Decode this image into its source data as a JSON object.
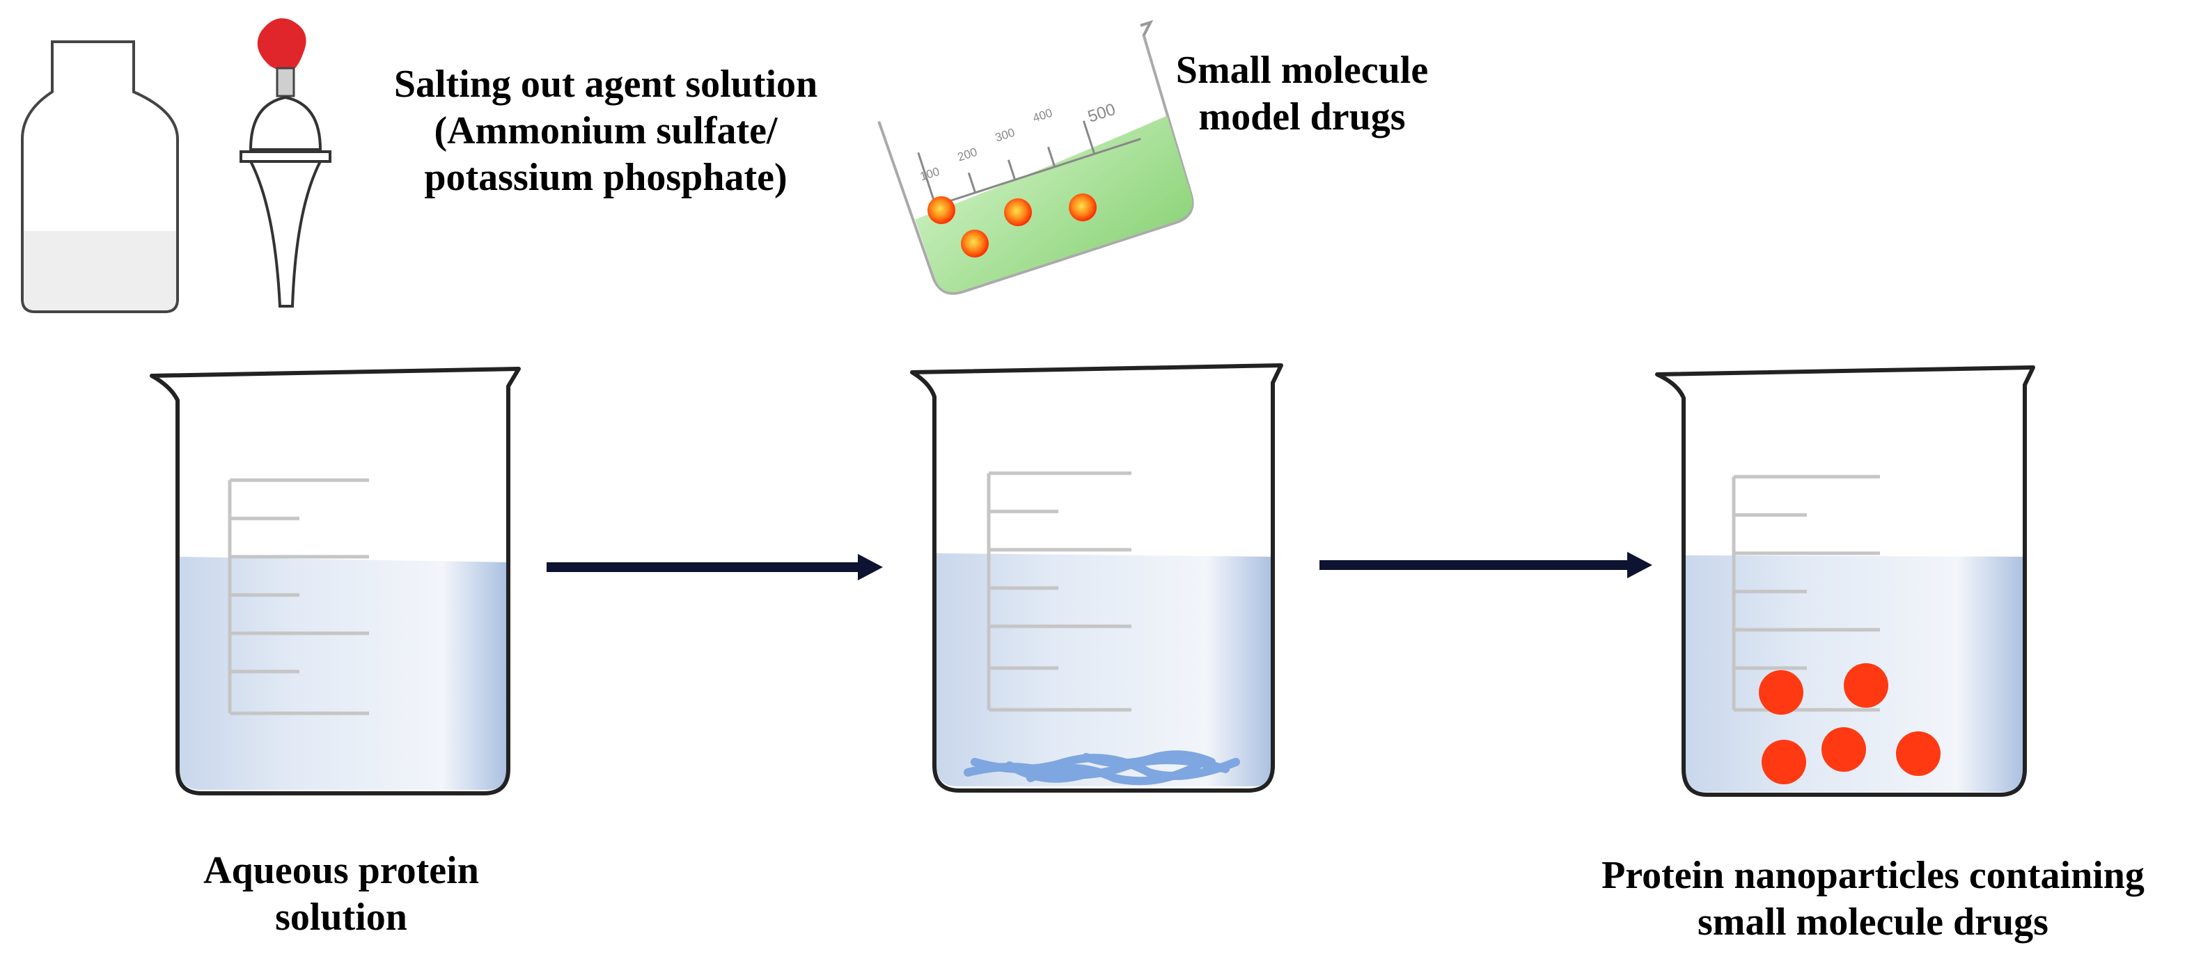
{
  "labels": {
    "salting_line1": "Salting out agent solution",
    "salting_line2": "(Ammonium sulfate/",
    "salting_line3": "potassium phosphate)",
    "drugs_line1": "Small molecule",
    "drugs_line2": "model drugs",
    "aqueous_line1": "Aqueous protein",
    "aqueous_line2": "solution",
    "nano_line1": "Protein nanoparticles containing",
    "nano_line2": "small molecule drugs"
  },
  "small_beaker_scale": [
    "100",
    "200",
    "300",
    "400",
    "500"
  ],
  "colors": {
    "solution": "#dde6f2",
    "solution_edge": "#b9cbe3",
    "drug_solution": "#9fdc8f",
    "drug_core": "#ff2a00",
    "drug_glow": "#ffd23a",
    "nanoparticle": "#ff3a12",
    "protein_fiber": "#7ea6e0",
    "arrow": "#0d1330",
    "glass": "#222222",
    "pipette_bulb": "#e0262a"
  }
}
